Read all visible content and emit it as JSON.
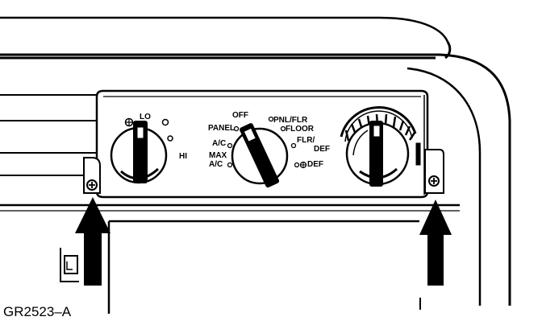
{
  "fan_knob": {
    "lo_label": "LO",
    "hi_label": "HI"
  },
  "mode_knob": {
    "labels": {
      "off": "OFF",
      "pnl_flr": "PNL/FLR",
      "panel": "PANEL",
      "floor": "FLOOR",
      "ac": "A/C",
      "flr": "FLR/",
      "max": "MAX",
      "max_ac": "A/C",
      "def": "DEF"
    }
  },
  "temp_knob": {
    "def_label": "DEF"
  },
  "figure_id": "GR2523–A",
  "icons": {
    "fan": "fan-icon",
    "screw": "phillips-screw-icon",
    "arrow": "arrow-up-icon",
    "snowflake": "snowflake-icon"
  },
  "colors": {
    "line": "#000000",
    "background": "#ffffff"
  }
}
